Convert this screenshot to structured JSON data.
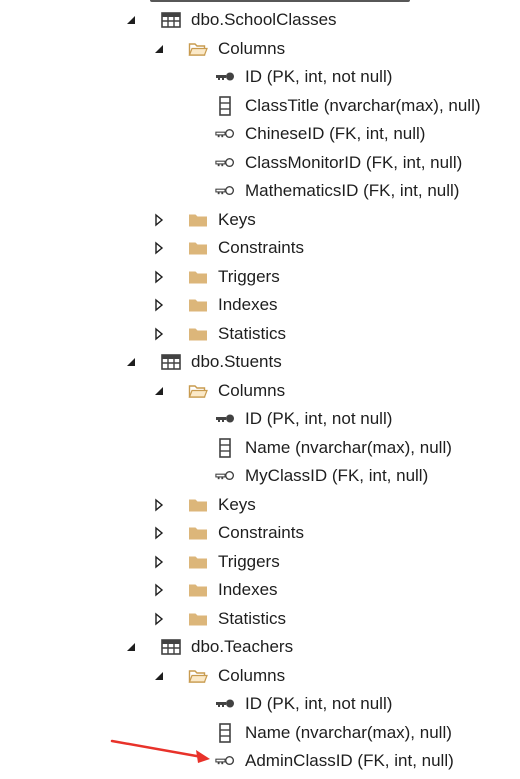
{
  "tree": {
    "tables": [
      {
        "name": "dbo.SchoolClasses",
        "columns_label": "Columns",
        "columns": [
          {
            "text": "ID (PK, int, not null)",
            "kind": "pk"
          },
          {
            "text": "ClassTitle (nvarchar(max), null)",
            "kind": "col"
          },
          {
            "text": "ChineseID (FK, int, null)",
            "kind": "fk"
          },
          {
            "text": "ClassMonitorID (FK, int, null)",
            "kind": "fk"
          },
          {
            "text": "MathematicsID (FK, int, null)",
            "kind": "fk"
          }
        ],
        "folders": [
          "Keys",
          "Constraints",
          "Triggers",
          "Indexes",
          "Statistics"
        ]
      },
      {
        "name": "dbo.Stuents",
        "columns_label": "Columns",
        "columns": [
          {
            "text": "ID (PK, int, not null)",
            "kind": "pk"
          },
          {
            "text": "Name (nvarchar(max), null)",
            "kind": "col"
          },
          {
            "text": "MyClassID (FK, int, null)",
            "kind": "fk"
          }
        ],
        "folders": [
          "Keys",
          "Constraints",
          "Triggers",
          "Indexes",
          "Statistics"
        ]
      },
      {
        "name": "dbo.Teachers",
        "columns_label": "Columns",
        "columns": [
          {
            "text": "ID (PK, int, not null)",
            "kind": "pk"
          },
          {
            "text": "Name (nvarchar(max), null)",
            "kind": "col"
          },
          {
            "text": "AdminClassID (FK, int, null)",
            "kind": "fk"
          }
        ],
        "folders": []
      }
    ]
  },
  "colors": {
    "folder": "#dcb67a",
    "folder_open_stroke": "#c89b4f",
    "arrow": "#1e1e1e",
    "icon_dark": "#424242",
    "annotation_arrow": "#e8322a"
  }
}
